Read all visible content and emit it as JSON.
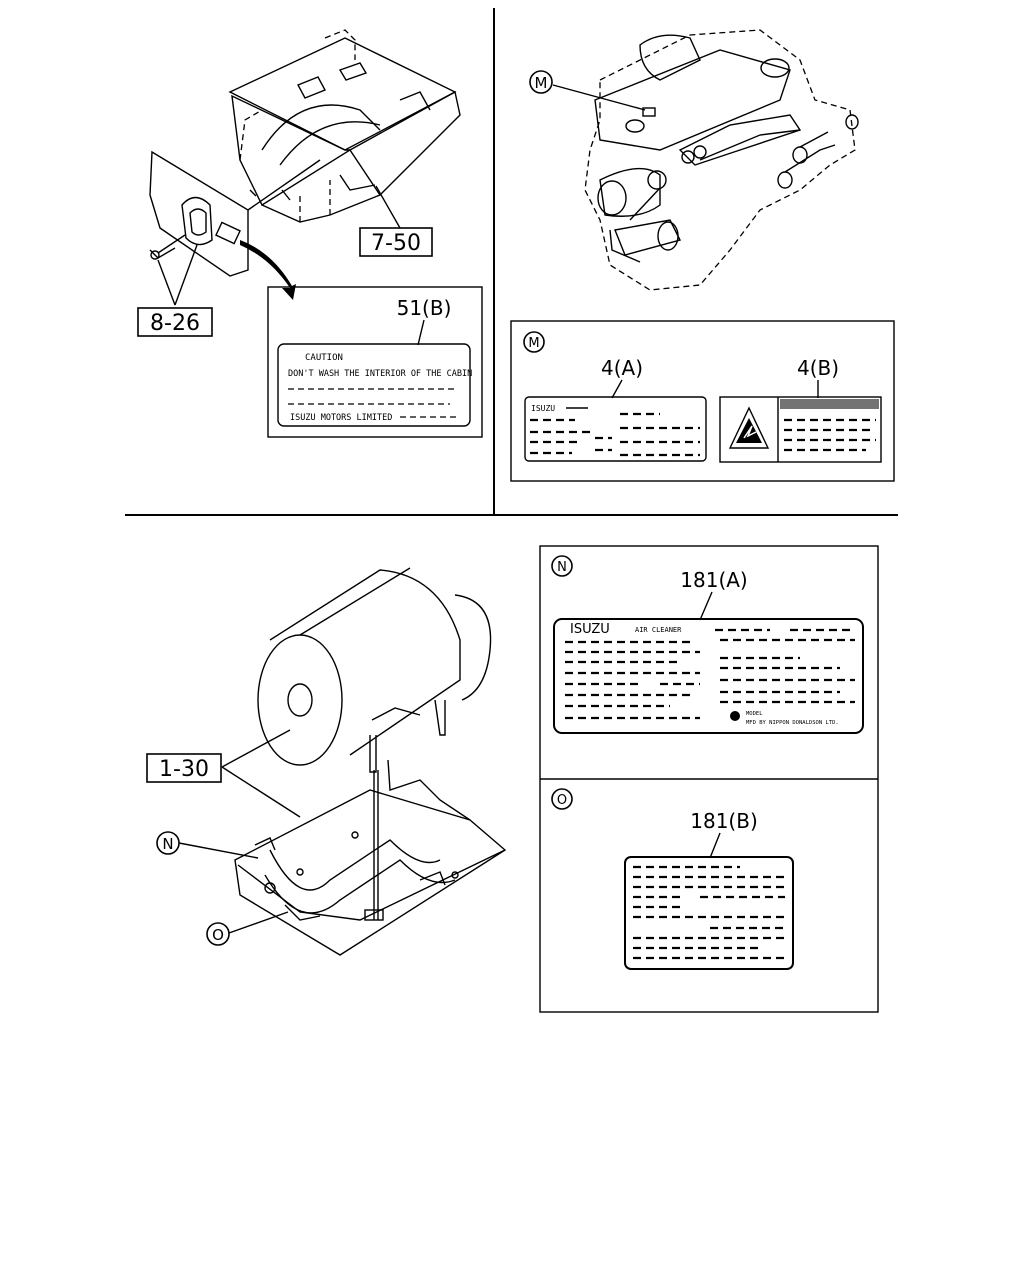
{
  "callouts": {
    "ref_7_50": "7-50",
    "ref_8_26": "8-26",
    "ref_1_30": "1-30"
  },
  "labels": {
    "label_51b": {
      "part_no": "51(B)",
      "line1": "CAUTION",
      "line2": "DON'T WASH THE INTERIOR OF THE CABIN",
      "line3": "ISUZU MOTORS LIMITED"
    },
    "marker_m": "M",
    "label_4a": {
      "part_no": "4(A)",
      "brand": "ISUZU"
    },
    "label_4b": {
      "part_no": "4(B)"
    },
    "marker_n": "N",
    "label_181a": {
      "part_no": "181(A)",
      "brand": "ISUZU",
      "subtitle": "AIR CLEANER",
      "model": "MODEL",
      "maker": "MFD BY NIPPON DONALDSON LTD."
    },
    "marker_o": "O",
    "label_181b": {
      "part_no": "181(B)"
    }
  }
}
